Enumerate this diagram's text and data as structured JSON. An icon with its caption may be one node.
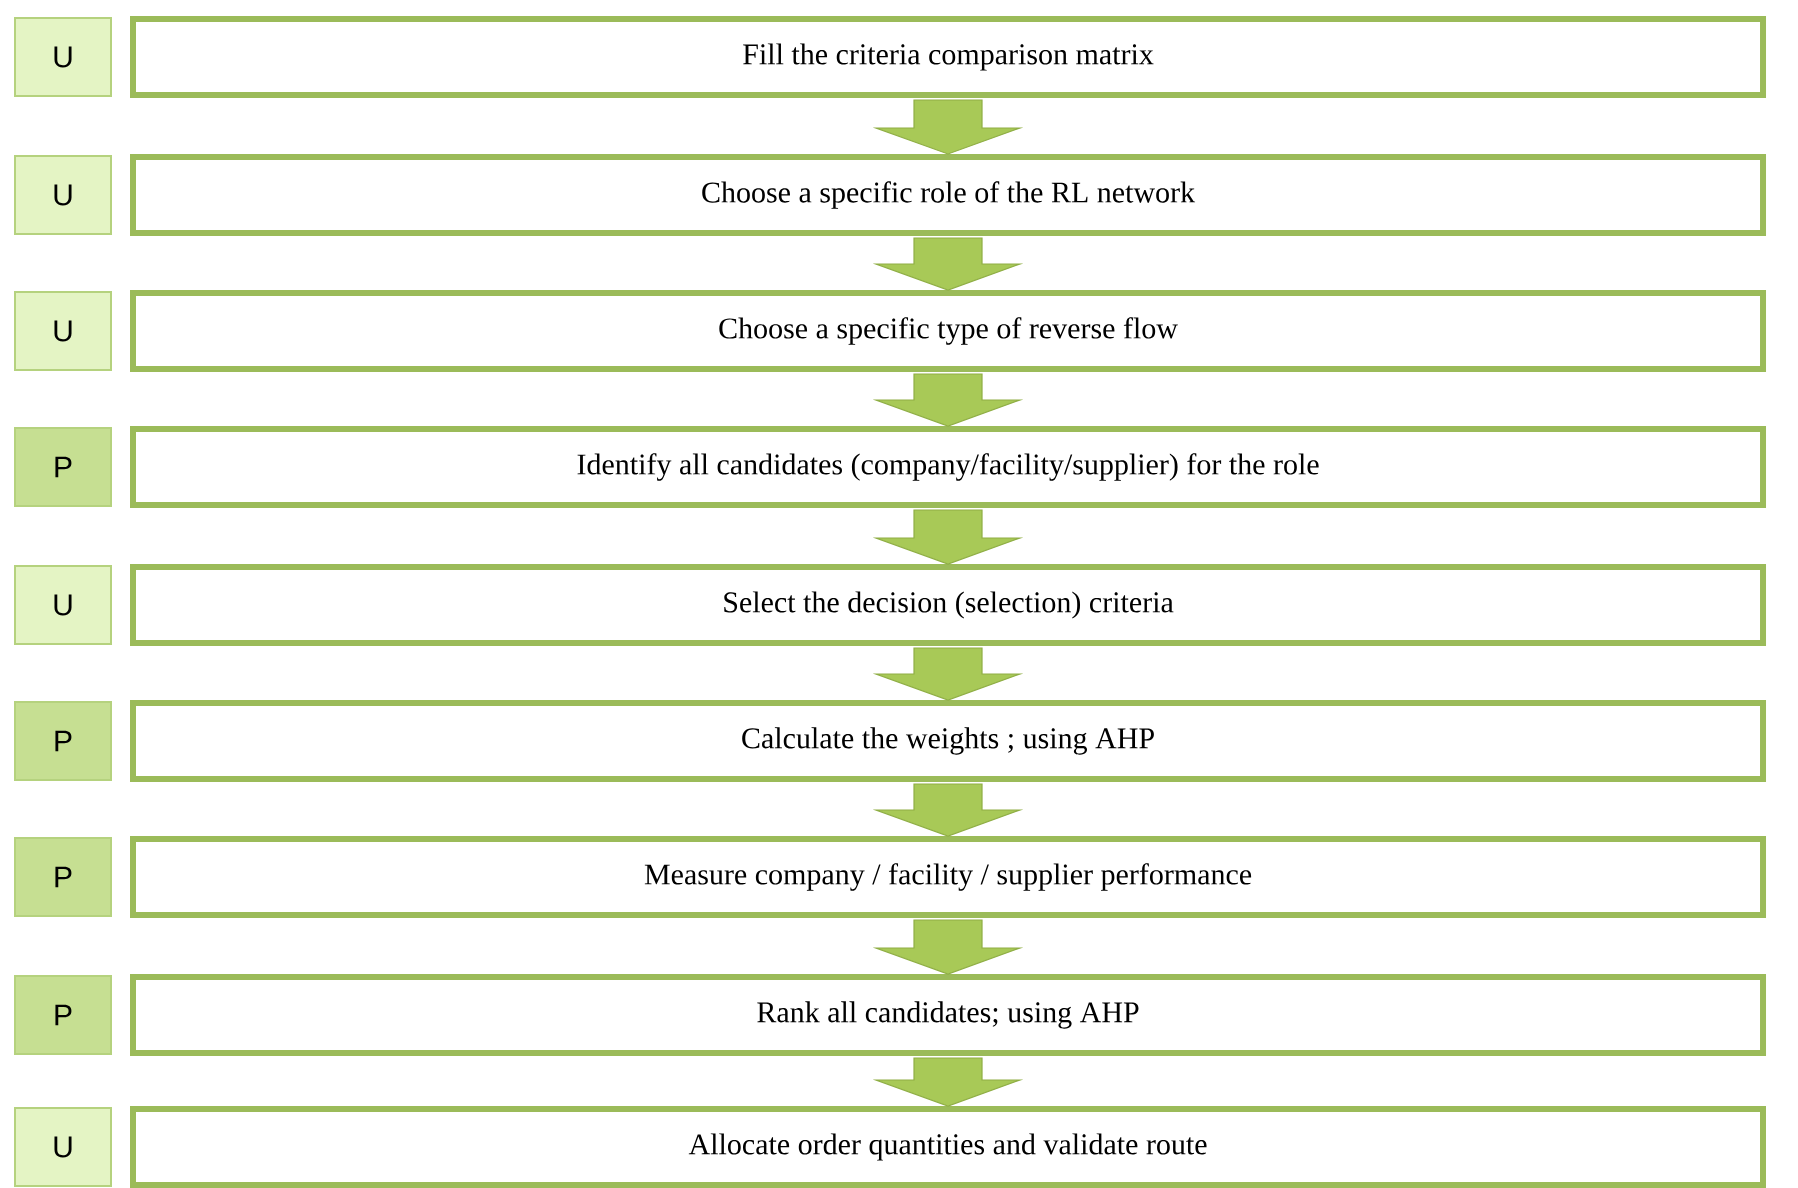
{
  "diagram": {
    "nodes": [
      {
        "text": [
          "U"
        ]
      },
      {
        "text": [
          "Fill the criteria comparison matrix"
        ]
      },
      {
        "text": [
          "U"
        ]
      },
      {
        "text": [
          "Choose a specific role of the RL network"
        ]
      },
      {
        "text": [
          "U"
        ]
      },
      {
        "text": [
          "Choose a specific type of reverse flow"
        ]
      },
      {
        "text": [
          "P"
        ]
      },
      {
        "text": [
          "Identify all candidates (company/facility/supplier) for the role"
        ]
      },
      {
        "text": [
          "U"
        ]
      },
      {
        "text": [
          "Select the decision (selection) criteria"
        ]
      },
      {
        "text": [
          "P"
        ]
      },
      {
        "text": [
          "Calculate the weights ; using AHP"
        ]
      },
      {
        "text": [
          "P"
        ]
      },
      {
        "text": [
          "Measure company / facility / supplier performance"
        ]
      },
      {
        "text": [
          "P"
        ]
      },
      {
        "text": [
          "Rank all candidates; using AHP"
        ]
      },
      {
        "text": [
          "U"
        ]
      },
      {
        "text": [
          "Allocate order quantities and validate route"
        ]
      }
    ],
    "edges": [
      {
        "from": 1,
        "to": 3,
        "arrow": "to"
      },
      {
        "from": 3,
        "to": 5,
        "arrow": "to"
      },
      {
        "from": 5,
        "to": 7,
        "arrow": "to"
      },
      {
        "from": 7,
        "to": 9,
        "arrow": "to"
      },
      {
        "from": 9,
        "to": 11,
        "arrow": "to"
      },
      {
        "from": 11,
        "to": 13,
        "arrow": "to"
      },
      {
        "from": 13,
        "to": 15,
        "arrow": "to"
      },
      {
        "from": 15,
        "to": 17,
        "arrow": "to"
      }
    ]
  }
}
